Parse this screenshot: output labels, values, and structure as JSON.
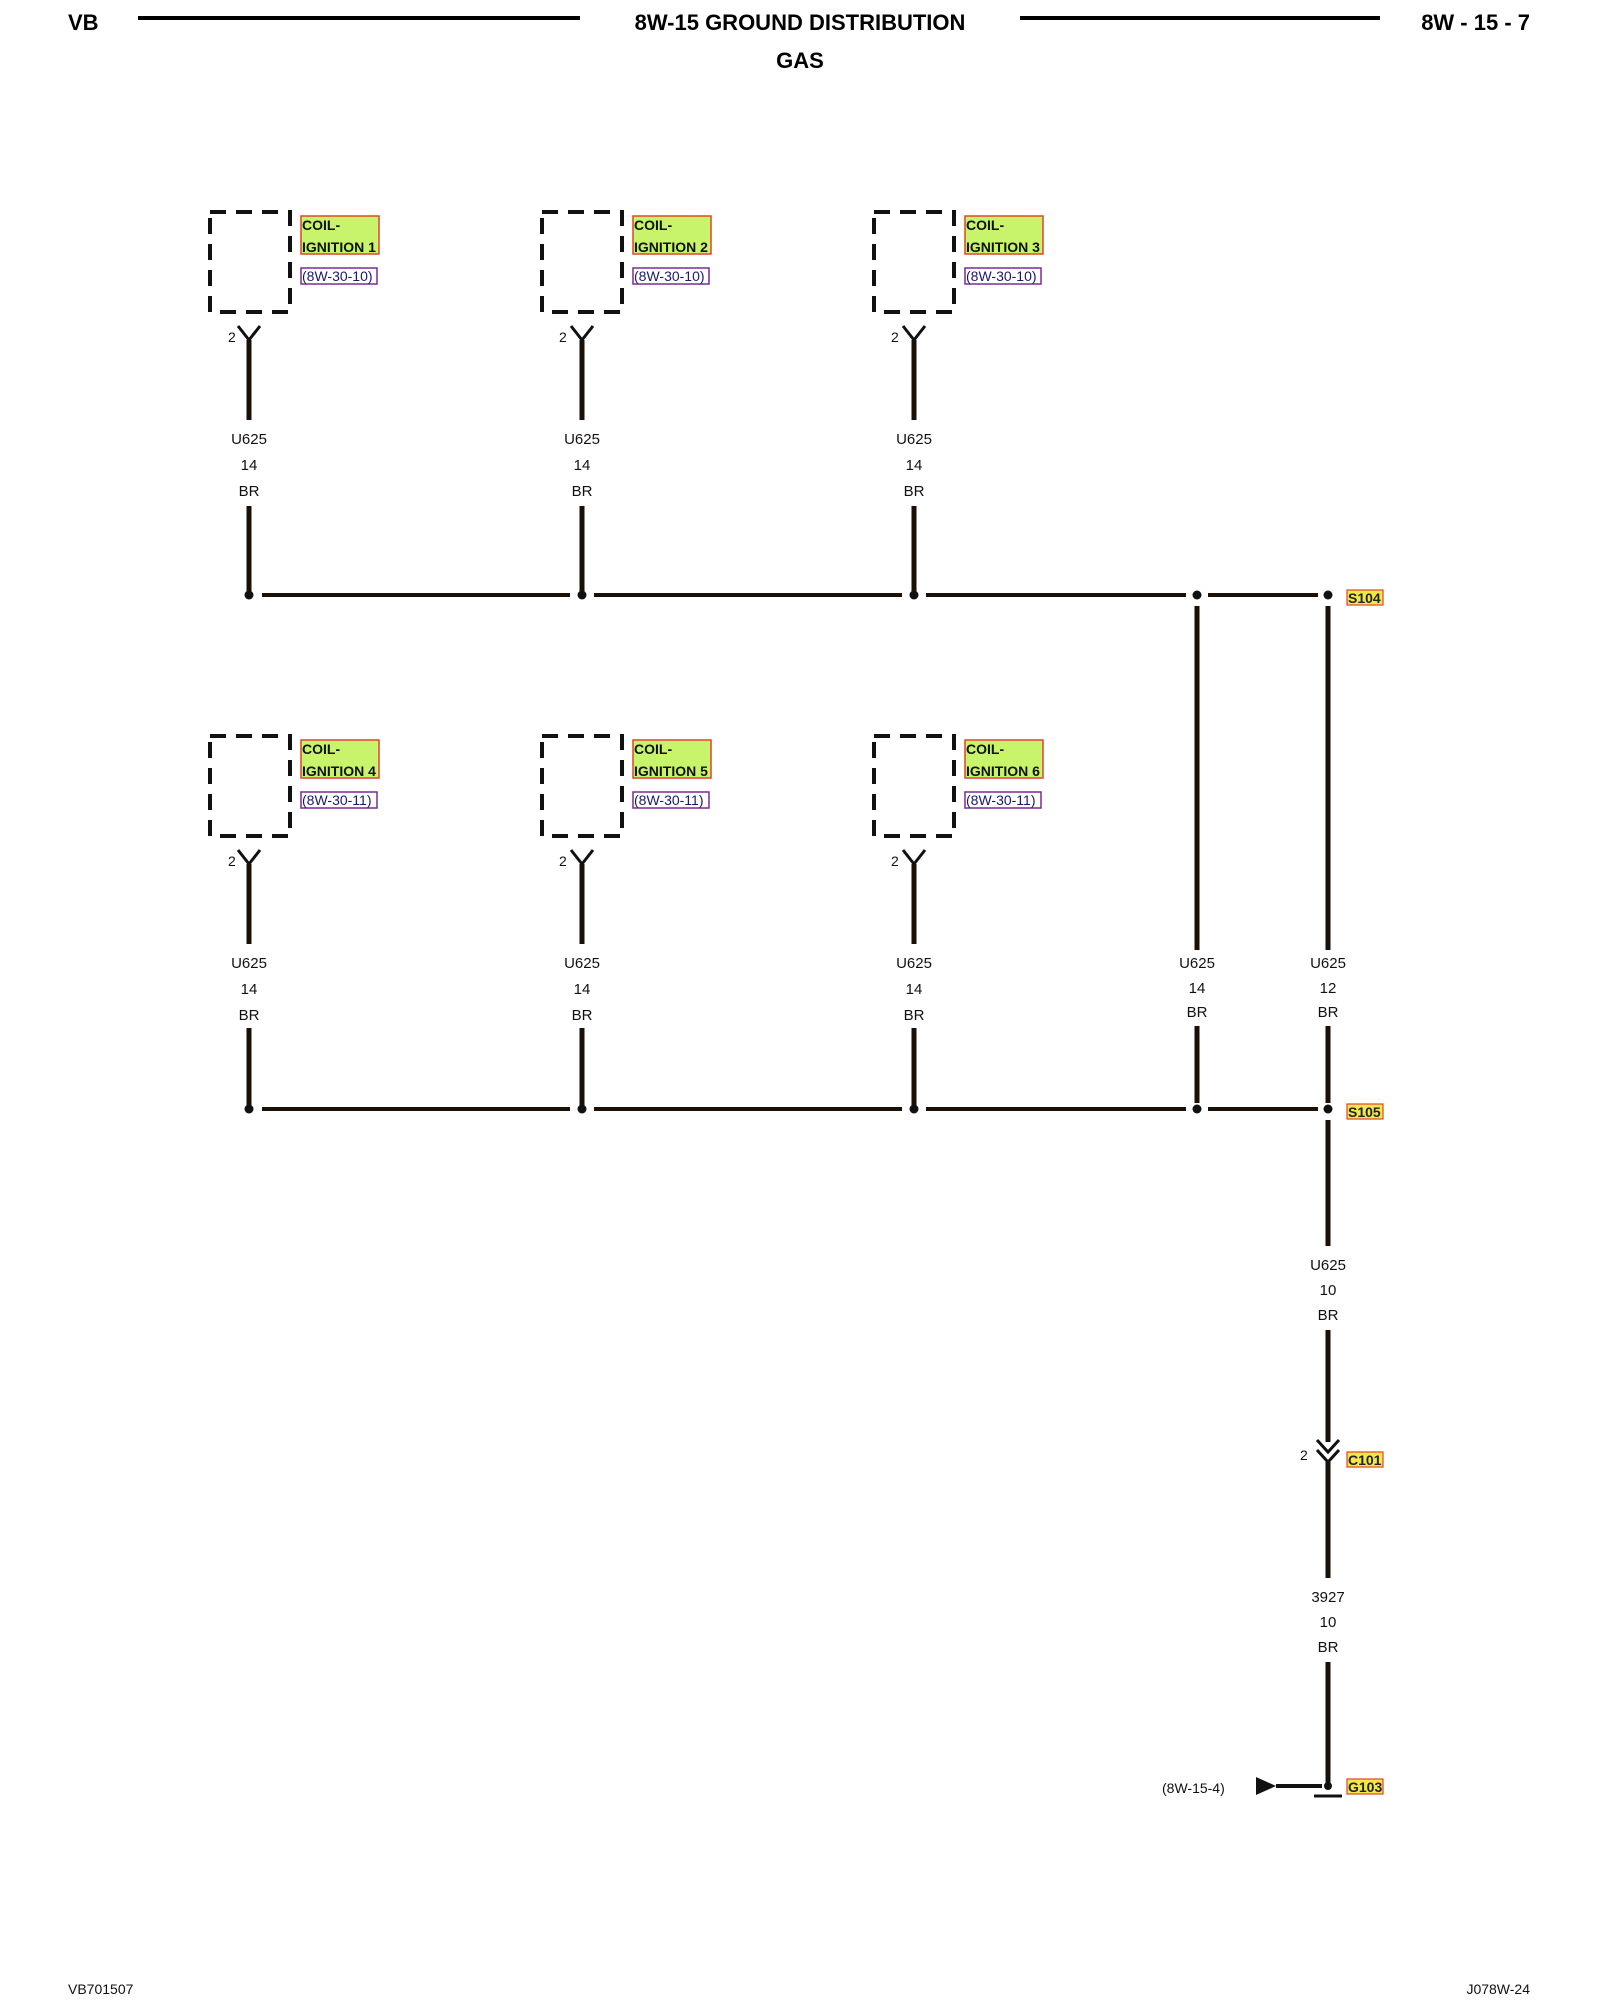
{
  "header": {
    "left": "VB",
    "title": "8W-15 GROUND DISTRIBUTION",
    "subtitle": "GAS",
    "page": "8W - 15 - 7"
  },
  "footer": {
    "left": "VB701507",
    "right": "J078W-24"
  },
  "components": [
    {
      "line1": "COIL-",
      "line2": "IGNITION 1",
      "ref": "(8W-30-10)",
      "pin": "2",
      "wire": {
        "circuit": "U625",
        "gauge": "14",
        "color": "BR"
      }
    },
    {
      "line1": "COIL-",
      "line2": "IGNITION 2",
      "ref": "(8W-30-10)",
      "pin": "2",
      "wire": {
        "circuit": "U625",
        "gauge": "14",
        "color": "BR"
      }
    },
    {
      "line1": "COIL-",
      "line2": "IGNITION 3",
      "ref": "(8W-30-10)",
      "pin": "2",
      "wire": {
        "circuit": "U625",
        "gauge": "14",
        "color": "BR"
      }
    },
    {
      "line1": "COIL-",
      "line2": "IGNITION 4",
      "ref": "(8W-30-11)",
      "pin": "2",
      "wire": {
        "circuit": "U625",
        "gauge": "14",
        "color": "BR"
      }
    },
    {
      "line1": "COIL-",
      "line2": "IGNITION 5",
      "ref": "(8W-30-11)",
      "pin": "2",
      "wire": {
        "circuit": "U625",
        "gauge": "14",
        "color": "BR"
      }
    },
    {
      "line1": "COIL-",
      "line2": "IGNITION 6",
      "ref": "(8W-30-11)",
      "pin": "2",
      "wire": {
        "circuit": "U625",
        "gauge": "14",
        "color": "BR"
      }
    }
  ],
  "splices": {
    "s104": "S104",
    "s105": "S105"
  },
  "trunk_wires": [
    {
      "circuit": "U625",
      "gauge": "14",
      "color": "BR"
    },
    {
      "circuit": "U625",
      "gauge": "12",
      "color": "BR"
    },
    {
      "circuit": "U625",
      "gauge": "10",
      "color": "BR"
    },
    {
      "circuit": "3927",
      "gauge": "10",
      "color": "BR"
    }
  ],
  "connector": {
    "id": "C101",
    "pin": "2"
  },
  "ground": {
    "id": "G103",
    "ref": "(8W-15-4)"
  }
}
